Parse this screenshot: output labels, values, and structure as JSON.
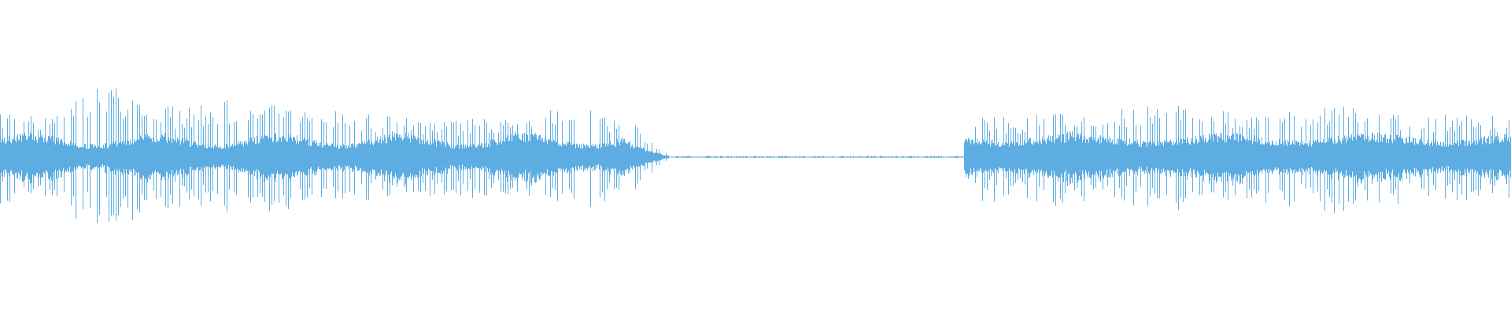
{
  "waveform": {
    "color": "#5dade2",
    "background": "#ffffff",
    "segments": [
      {
        "start": 0.0,
        "end": 0.425,
        "state": "audio"
      },
      {
        "start": 0.425,
        "end": 0.638,
        "state": "near-silence"
      },
      {
        "start": 0.638,
        "end": 1.0,
        "state": "audio"
      }
    ]
  }
}
